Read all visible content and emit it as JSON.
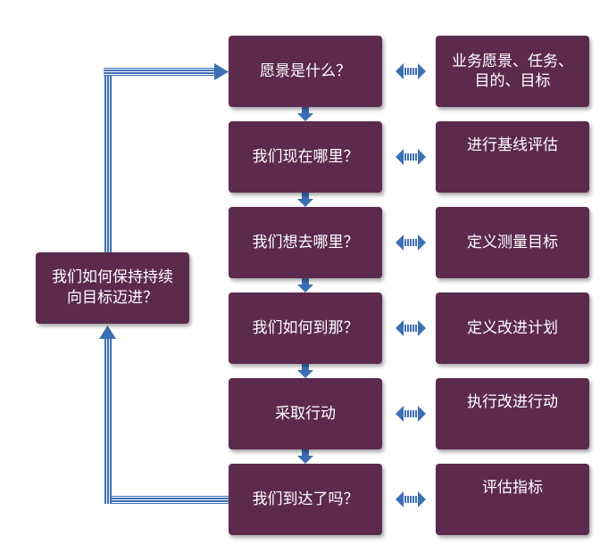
{
  "central_question": "我们如何保持持续向目标迈进？",
  "steps": [
    {
      "question": "愿景是什么？",
      "action": "业务愿景、任务、目的、目标"
    },
    {
      "question": "我们现在哪里？",
      "action": "进行基线评估"
    },
    {
      "question": "我们想去哪里？",
      "action": "定义测量目标"
    },
    {
      "question": "我们如何到那？",
      "action": "定义改进计划"
    },
    {
      "question": "采取行动",
      "action": "执行改进行动"
    },
    {
      "question": "我们到达了吗？",
      "action": "评估指标"
    }
  ],
  "colors": {
    "box_fill": "#5c2a4d",
    "box_text": "#ffffff",
    "arrow": "#3d6fb5"
  }
}
